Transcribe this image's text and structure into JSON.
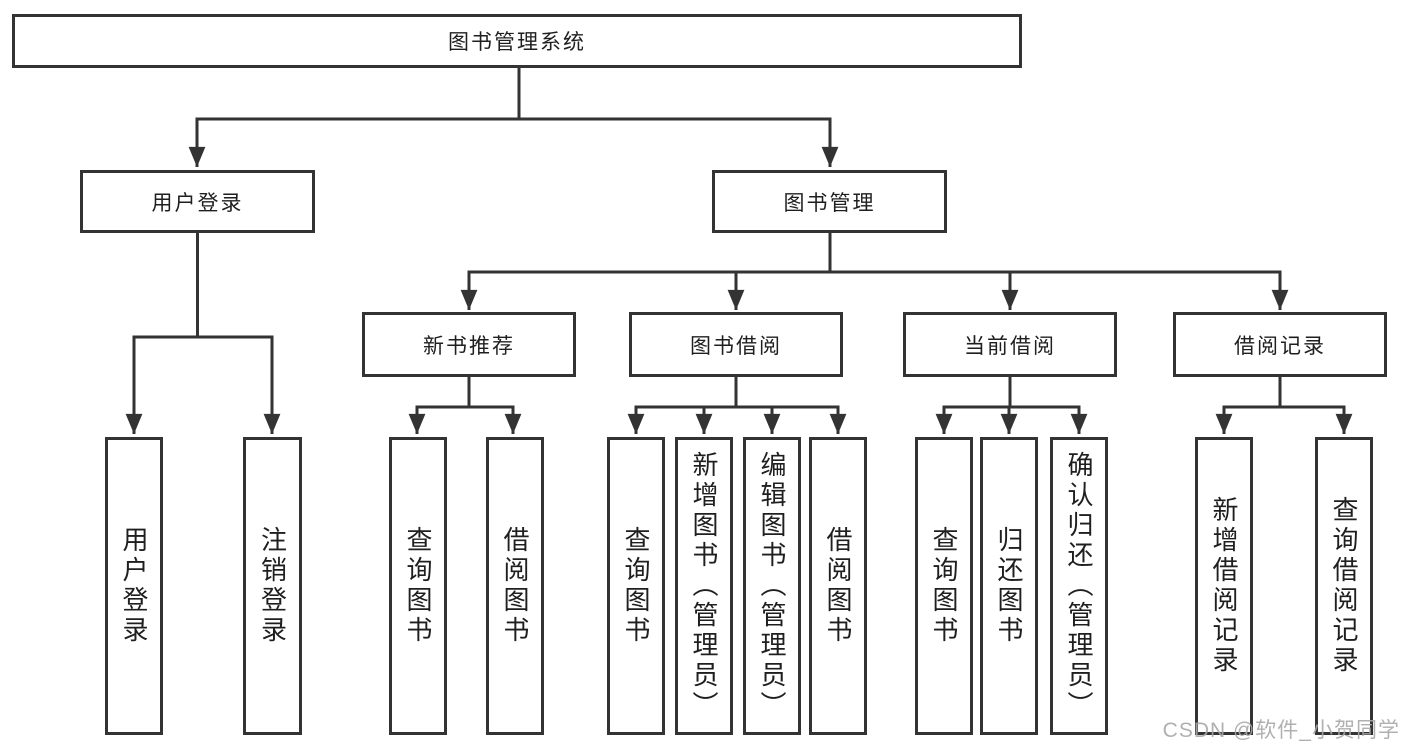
{
  "diagram": {
    "root": {
      "label": "图书管理系统"
    },
    "branches": [
      {
        "label": "用户登录",
        "children": [
          {
            "label": "用户登录"
          },
          {
            "label": "注销登录"
          }
        ]
      },
      {
        "label": "图书管理",
        "children": [
          {
            "label": "新书推荐",
            "children": [
              {
                "label": "查询图书"
              },
              {
                "label": "借阅图书"
              }
            ]
          },
          {
            "label": "图书借阅",
            "children": [
              {
                "label": "查询图书"
              },
              {
                "label": "新增图书（管理员）"
              },
              {
                "label": "编辑图书（管理员）"
              },
              {
                "label": "借阅图书"
              }
            ]
          },
          {
            "label": "当前借阅",
            "children": [
              {
                "label": "查询图书"
              },
              {
                "label": "归还图书"
              },
              {
                "label": "确认归还（管理员）"
              }
            ]
          },
          {
            "label": "借阅记录",
            "children": [
              {
                "label": "新增借阅记录"
              },
              {
                "label": "查询借阅记录"
              }
            ]
          }
        ]
      }
    ]
  },
  "watermark": {
    "text": "CSDN @软件_小贺同学"
  },
  "colors": {
    "line": "#333333",
    "text": "#1f1f1f",
    "watermark": "#a8a8a8",
    "bg": "#ffffff"
  }
}
